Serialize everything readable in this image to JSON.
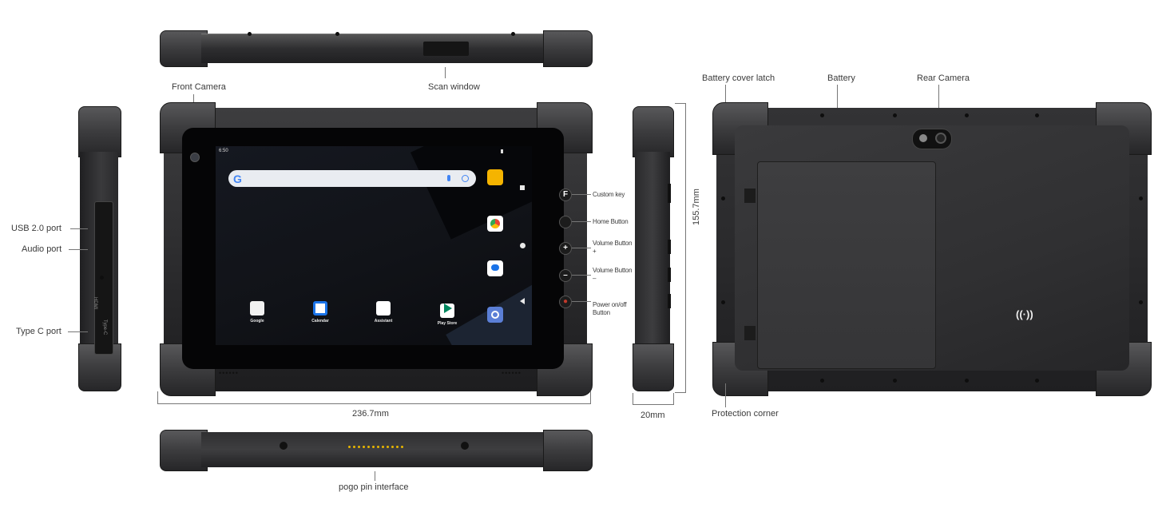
{
  "labels": {
    "front_camera": "Front Camera",
    "scan_window": "Scan window",
    "usb_port": "USB 2.0 port",
    "audio_port": "Audio port",
    "type_c_port": "Type C port",
    "custom_key": "Custom key",
    "home_button": "Home Button",
    "volume_up": "Volume Button +",
    "volume_down": "Volume Button –",
    "power_button": "Power on/off Button",
    "battery_cover_latch": "Battery cover latch",
    "battery": "Battery",
    "rear_camera": "Rear Camera",
    "protection_corner": "Protection corner",
    "pogo_pin": "pogo pin interface"
  },
  "dimensions": {
    "width": "236.7mm",
    "height": "155.7mm",
    "depth": "20mm"
  },
  "screen": {
    "status_time": "6:50",
    "apps": [
      "Google",
      "Calendar",
      "Assistant",
      "Play Store"
    ]
  },
  "buttons": {
    "custom_key_glyph": "F",
    "volume_up_glyph": "+",
    "volume_down_glyph": "–"
  },
  "port_marks": {
    "hdmi": "HDMI",
    "type_c": "Type-C"
  },
  "nfc_symbol": "((·))",
  "colors": {
    "body": "#2b2b2d",
    "pogo_pins": "#e7b600",
    "power_button": "#c0392b"
  }
}
